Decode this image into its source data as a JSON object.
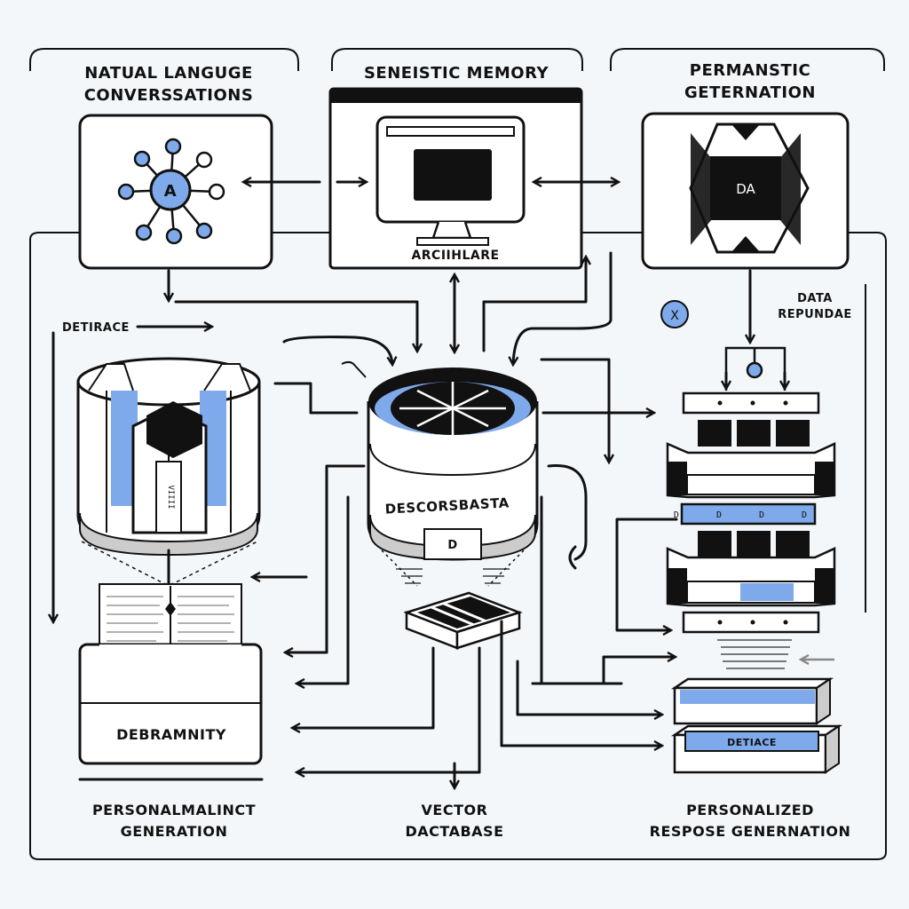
{
  "labels": {
    "natural_language": [
      "NATUAL LANGUGE",
      "CONVERSSATIONS"
    ],
    "semantic_memory": "SENEISTIC MEMORY",
    "permanstic": [
      "PERMANSTIC",
      "GETERNATION"
    ],
    "architecture": "ARCIIHLARE",
    "detirace": "DETIRACE",
    "data_response": [
      "DATA",
      "REPUNDAE"
    ],
    "descorsbasta": "DESCORSBASTA",
    "db_tag": "D",
    "debramnity": "DEBRAMNITY",
    "personal_left": [
      "PERSONALMALINCT",
      "GENERATION"
    ],
    "vector_db": [
      "VECTOR",
      "DACTABASE"
    ],
    "personal_right": [
      "PERSONALIZED",
      "RESPOSE GENERNATION"
    ],
    "da_label": "DA",
    "node_letter": "A",
    "x_badge": "X",
    "detirace_tray": "DETIACE",
    "stack_tags": "D D D D",
    "book_spine": "VIIII"
  },
  "colors": {
    "accent_blue": "#7ea9ea",
    "stroke": "#111111",
    "panel_fill": "#ffffff",
    "background": "#f4f7fa"
  }
}
